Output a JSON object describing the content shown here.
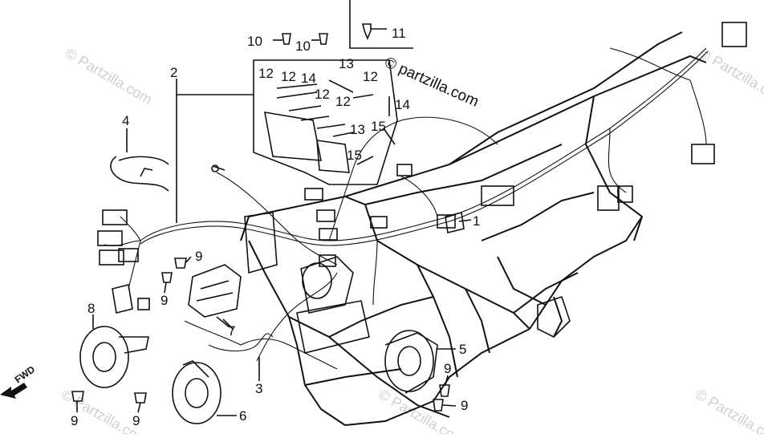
{
  "watermark": "© Partzilla.com",
  "watermark_url": "© partzilla.com",
  "fwd_label": "FWD",
  "colors": {
    "line": "#111111",
    "watermark": "#cfcfcf",
    "background": "#ffffff"
  },
  "callouts": [
    {
      "id": "c1",
      "text": "1"
    },
    {
      "id": "c2",
      "text": "2"
    },
    {
      "id": "c3",
      "text": "3"
    },
    {
      "id": "c4",
      "text": "4"
    },
    {
      "id": "c5",
      "text": "5"
    },
    {
      "id": "c6",
      "text": "6"
    },
    {
      "id": "c7",
      "text": "7"
    },
    {
      "id": "c8",
      "text": "8"
    },
    {
      "id": "c9a",
      "text": "9"
    },
    {
      "id": "c9b",
      "text": "9"
    },
    {
      "id": "c9c",
      "text": "9"
    },
    {
      "id": "c9d",
      "text": "9"
    },
    {
      "id": "c9e",
      "text": "9"
    },
    {
      "id": "c9f",
      "text": "9"
    },
    {
      "id": "c10a",
      "text": "10"
    },
    {
      "id": "c10b",
      "text": "10"
    },
    {
      "id": "c11",
      "text": "11"
    },
    {
      "id": "c12a",
      "text": "12"
    },
    {
      "id": "c12b",
      "text": "12"
    },
    {
      "id": "c12c",
      "text": "12"
    },
    {
      "id": "c12d",
      "text": "12"
    },
    {
      "id": "c12e",
      "text": "12"
    },
    {
      "id": "c13a",
      "text": "13"
    },
    {
      "id": "c13b",
      "text": "13"
    },
    {
      "id": "c14a",
      "text": "14"
    },
    {
      "id": "c14b",
      "text": "14"
    },
    {
      "id": "c15a",
      "text": "15"
    },
    {
      "id": "c15b",
      "text": "15"
    }
  ]
}
